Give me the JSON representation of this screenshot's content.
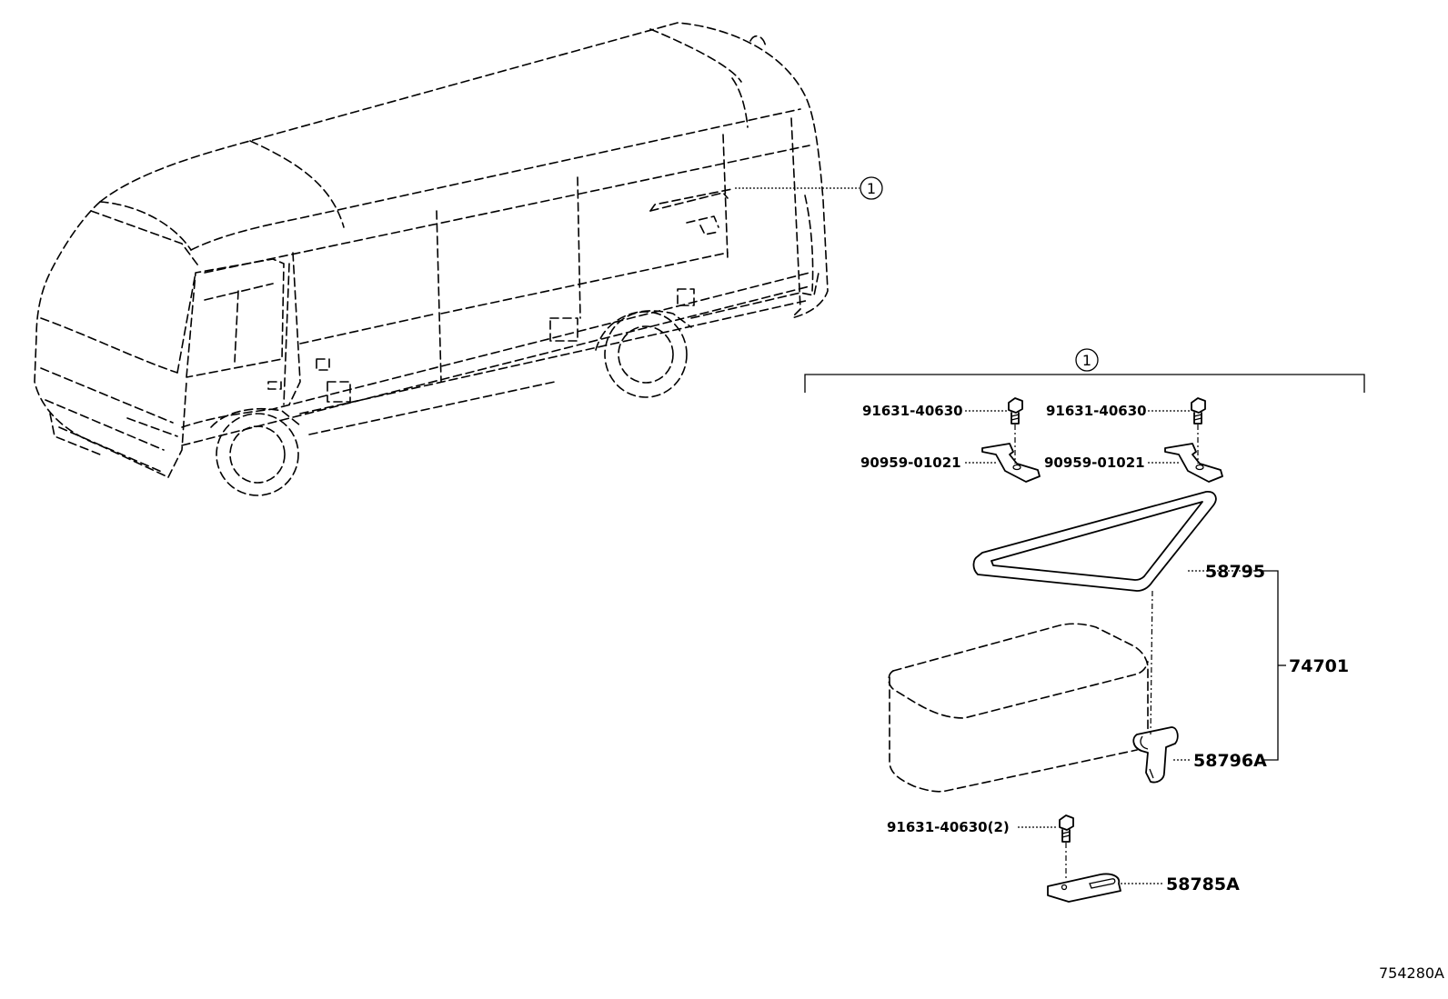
{
  "diagram": {
    "callouts": {
      "assembly_marker_vehicle": "1",
      "assembly_marker_group": "1"
    },
    "parts": {
      "bolt_upper_left": "91631-40630",
      "bolt_upper_right": "91631-40630",
      "clip_left": "90959-01021",
      "clip_right": "90959-01021",
      "weatherstrip": "58795",
      "window_assembly": "74701",
      "latch": "58796A",
      "bolt_lower": "91631-40630(2)",
      "catch_plate": "58785A"
    },
    "reference_code": "754280A"
  }
}
